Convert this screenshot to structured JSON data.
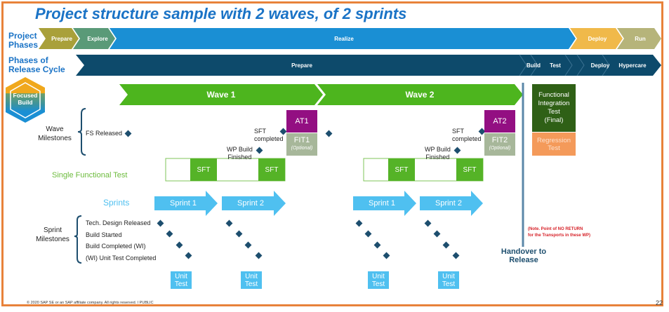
{
  "title": "Project structure sample with 2 waves, of 2 sprints",
  "project_phases": {
    "label": "Project Phases",
    "items": [
      {
        "label": "Prepare",
        "color": "#a9a03a"
      },
      {
        "label": "Explore",
        "color": "#5a9a78"
      },
      {
        "label": "Realize",
        "color": "#1a8fd4"
      },
      {
        "label": "Deploy",
        "color": "#f0b94a"
      },
      {
        "label": "Run",
        "color": "#b6b47a"
      }
    ]
  },
  "release_cycle": {
    "label": "Phases of Release Cycle",
    "items": [
      {
        "label": "Prepare"
      },
      {
        "label": "Build"
      },
      {
        "label": "Test"
      },
      {
        "label": "Deploy"
      },
      {
        "label": "Hypercare"
      }
    ],
    "color": "#0d4a6b"
  },
  "badge": {
    "line1": "Focused",
    "line2": "Build"
  },
  "waves": [
    {
      "label": "Wave 1"
    },
    {
      "label": "Wave 2"
    }
  ],
  "wave_milestones": {
    "label": "Wave Milestones",
    "fs_released": "FS Released",
    "sft_completed_1": "SFT",
    "sft_completed_2": "completed",
    "wp_build_1": "WP Build",
    "wp_build_2": "Finished"
  },
  "acceptance": [
    {
      "at": "AT1",
      "fit": "FIT1",
      "optional": "(Optional)"
    },
    {
      "at": "AT2",
      "fit": "FIT2",
      "optional": "(Optional)"
    }
  ],
  "single_functional_test": {
    "label": "Single Functional Test",
    "sft": "SFT"
  },
  "sprints": {
    "label": "Sprints",
    "items": [
      "Sprint 1",
      "Sprint 2",
      "Sprint 1",
      "Sprint 2"
    ],
    "unit_test_1": "Unit",
    "unit_test_2": "Test"
  },
  "sprint_milestones": {
    "label": "Sprint Milestones",
    "items": [
      "Tech. Design Released",
      "Build Started",
      "Build Completed  (WI)",
      "(WI) Unit Test Completed"
    ]
  },
  "final": {
    "fit_final": [
      "Functional",
      "Integration",
      "Test",
      "(Final)"
    ],
    "regression": [
      "Regression",
      "Test"
    ]
  },
  "handover": {
    "line1": "Handover to",
    "line2": "Release"
  },
  "note": {
    "line1": "(Note. Point of NO RETURN",
    "line2": "for the Transports in these WP)"
  },
  "footer": "© 2020 SAP SE or an SAP affiliate company. All rights reserved.  ǀ  PUBLIC",
  "page_number": "22",
  "colors": {
    "frame": "#e8823a",
    "title": "#1a73c6",
    "wave_green": "#4db51e",
    "sft_green": "#55b327",
    "at_purple": "#930f82",
    "fit_grey": "#a7b79a",
    "sprint_blue": "#4fc0f0",
    "diamond": "#1d4e6e",
    "fit_final": "#2f6016",
    "regression": "#f49a5a",
    "note_red": "#d61f26",
    "handover": "#1d4e6e"
  }
}
